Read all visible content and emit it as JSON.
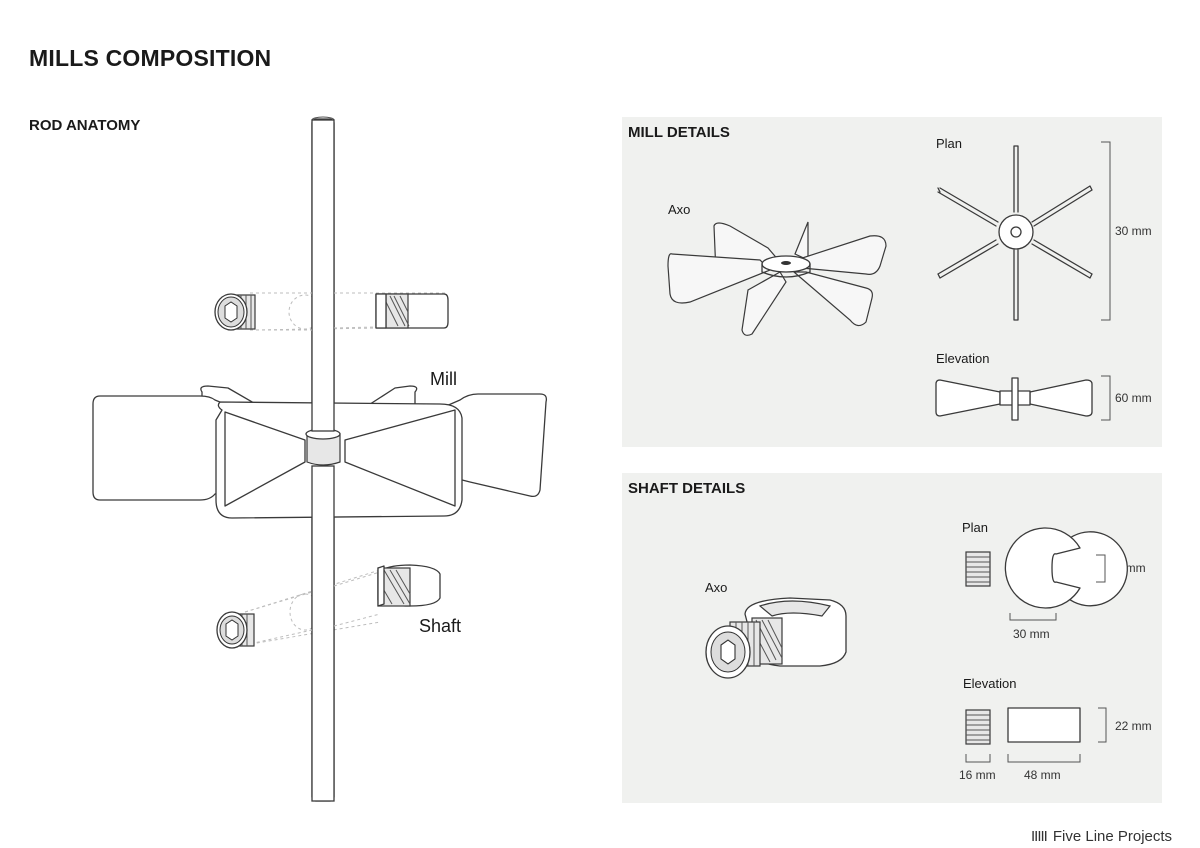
{
  "title": "MILLS COMPOSITION",
  "rod_anatomy": {
    "heading": "ROD ANATOMY",
    "mill_label": "Mill",
    "shaft_label": "Shaft"
  },
  "mill_details": {
    "heading": "MILL DETAILS",
    "axo_label": "Axo",
    "plan_label": "Plan",
    "plan_dim": "30 mm",
    "elevation_label": "Elevation",
    "elevation_dim": "60 mm"
  },
  "shaft_details": {
    "heading": "SHAFT DETAILS",
    "axo_label": "Axo",
    "plan_label": "Plan",
    "plan_height_dim": "16 mm",
    "plan_width_dim": "30 mm",
    "elevation_label": "Elevation",
    "elevation_height_dim": "22 mm",
    "screw_width_dim": "16 mm",
    "collar_width_dim": "48 mm"
  },
  "footer": {
    "mark": "IIIII",
    "brand": "Five Line Projects"
  }
}
